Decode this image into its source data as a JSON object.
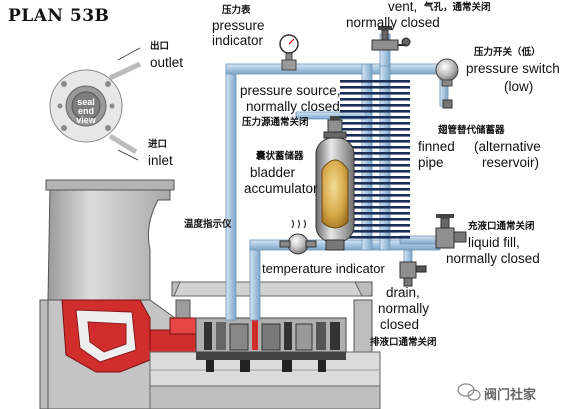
{
  "title": "PLAN 53B",
  "seal_view_label": "seal\nend view",
  "labels": {
    "outlet": {
      "zh": "出口",
      "en": "outlet"
    },
    "inlet": {
      "zh": "进口",
      "en": "inlet"
    },
    "pressure_indicator": {
      "zh": "压力表",
      "en_line1": "pressure",
      "en_line2": "indicator"
    },
    "vent": {
      "zh": "气孔，通常关闭",
      "en_line1": "vent,",
      "en_line2": "normally closed"
    },
    "pressure_switch": {
      "zh": "压力开关（低）",
      "en_line1": "pressure switch",
      "en_line2": "(low)"
    },
    "pressure_source": {
      "zh": "压力源通常关闭",
      "en_line1": "pressure source,",
      "en_line2": "normally closed"
    },
    "finned_pipe": {
      "zh": "翅管替代储蓄器",
      "en_line1": "finned",
      "en_line2": "pipe",
      "en_alt1": "(alternative",
      "en_alt2": "reservoir)"
    },
    "bladder_accumulator": {
      "zh": "囊状蓄储器",
      "en_line1": "bladder",
      "en_line2": "accumulator"
    },
    "temperature_indicator": {
      "zh": "温度指示仪",
      "en": "temperature indicator"
    },
    "liquid_fill": {
      "zh": "充液口通常关闭",
      "en_line1": "liquid fill,",
      "en_line2": "normally closed"
    },
    "drain": {
      "zh": "排液口通常关闭",
      "en_line1": "drain,",
      "en_line2": "normally",
      "en_line3": "closed"
    }
  },
  "watermark": "阀门社家",
  "colors": {
    "pipe": "#a9c8e2",
    "pipe_edge": "#6e95b8",
    "casing": "#c8c8c8",
    "impeller": "#d02d2d",
    "fin": "#1a2e5a",
    "accumulator": "#c7963a"
  }
}
